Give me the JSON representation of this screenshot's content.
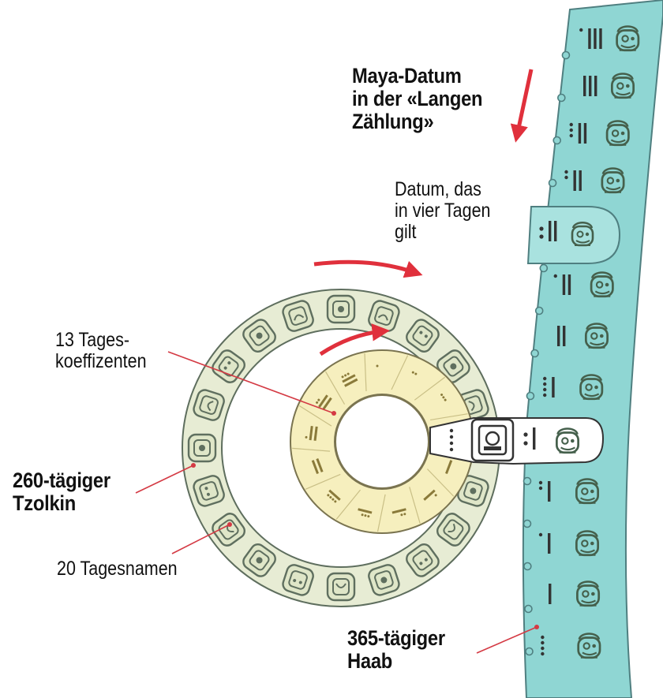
{
  "labels": {
    "maya_datum": "Maya-Datum\nin der «Langen\nZählung»",
    "datum_vier_tagen": "Datum, das\nin vier Tagen\ngilt",
    "tageskoeffizenten": "13 Tages-\nkoeffizenten",
    "tzolkin": "260-tägiger\nTzolkin",
    "tagesnamen": "20 Tagesnamen",
    "haab": "365-tägiger\nHaab"
  },
  "counts": {
    "tzolkin_day_names": 20,
    "day_coefficients": 13
  },
  "colors": {
    "haab_band": "#8fd6d3",
    "haab_outline": "#4f7f80",
    "tzolkin_ring": "#e7ecd4",
    "coefficient_ring": "#f6efbe",
    "glyph": "#5f6f5f",
    "arrow": "#e0303c",
    "pointer_line": "#d43a44"
  }
}
